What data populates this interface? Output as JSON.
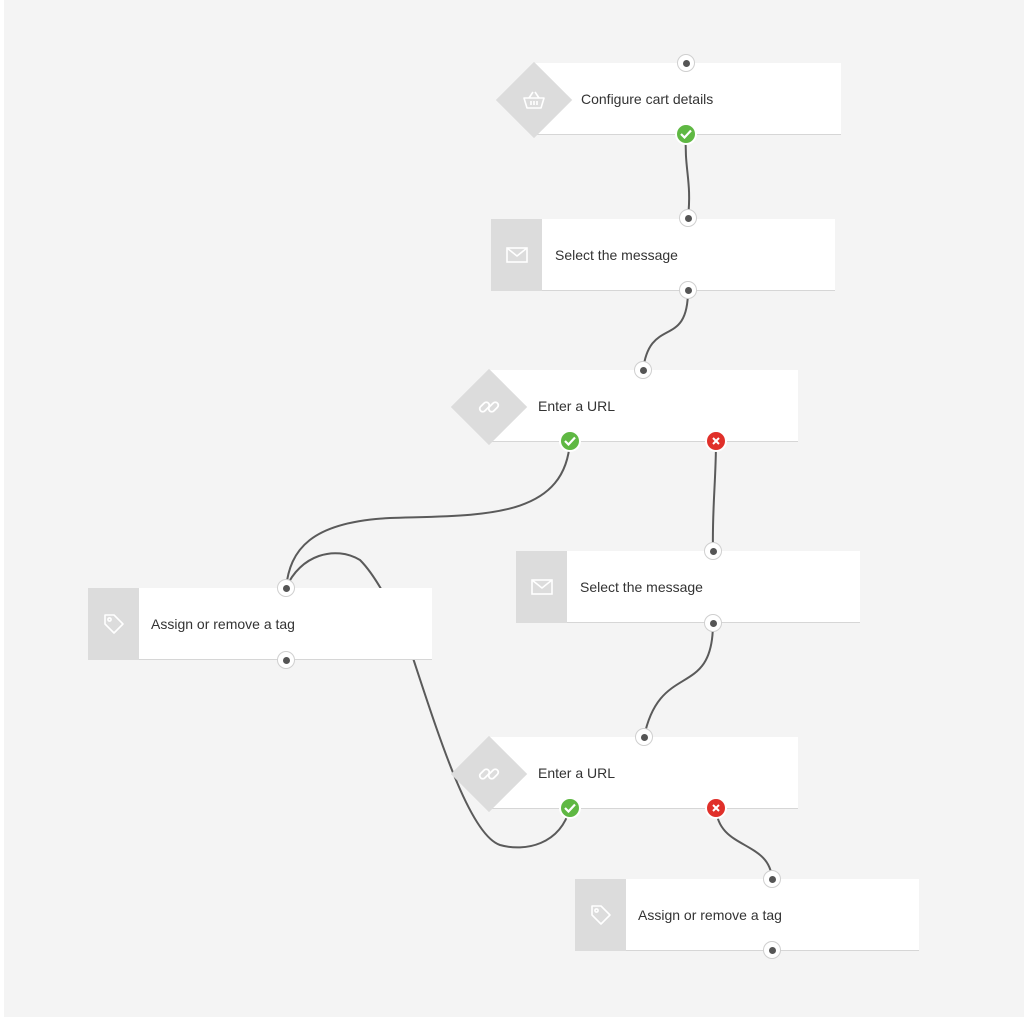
{
  "colors": {
    "canvas": "#f4f4f4",
    "node": "#ffffff",
    "icon_box": "#dcdcdc",
    "success": "#5fb843",
    "error": "#e0302a",
    "connector": "#5a5a5a"
  },
  "nodes": [
    {
      "id": "n1",
      "label": "Configure cart details",
      "icon": "basket-icon",
      "shape": "diamond"
    },
    {
      "id": "n2",
      "label": "Select the message",
      "icon": "envelope-icon",
      "shape": "box"
    },
    {
      "id": "n3",
      "label": "Enter a URL",
      "icon": "link-icon",
      "shape": "diamond"
    },
    {
      "id": "n4",
      "label": "Select the message",
      "icon": "envelope-icon",
      "shape": "box"
    },
    {
      "id": "n5",
      "label": "Assign or remove a tag",
      "icon": "tag-icon",
      "shape": "box"
    },
    {
      "id": "n6",
      "label": "Enter a URL",
      "icon": "link-icon",
      "shape": "diamond"
    },
    {
      "id": "n7",
      "label": "Assign or remove a tag",
      "icon": "tag-icon",
      "shape": "box"
    }
  ],
  "connections": [
    {
      "from": "n1",
      "outcome": "success",
      "to": "n2"
    },
    {
      "from": "n2",
      "outcome": "next",
      "to": "n3"
    },
    {
      "from": "n3",
      "outcome": "success",
      "to": "n5"
    },
    {
      "from": "n3",
      "outcome": "failure",
      "to": "n4"
    },
    {
      "from": "n4",
      "outcome": "next",
      "to": "n6"
    },
    {
      "from": "n6",
      "outcome": "success",
      "to": "n5"
    },
    {
      "from": "n6",
      "outcome": "failure",
      "to": "n7"
    }
  ]
}
